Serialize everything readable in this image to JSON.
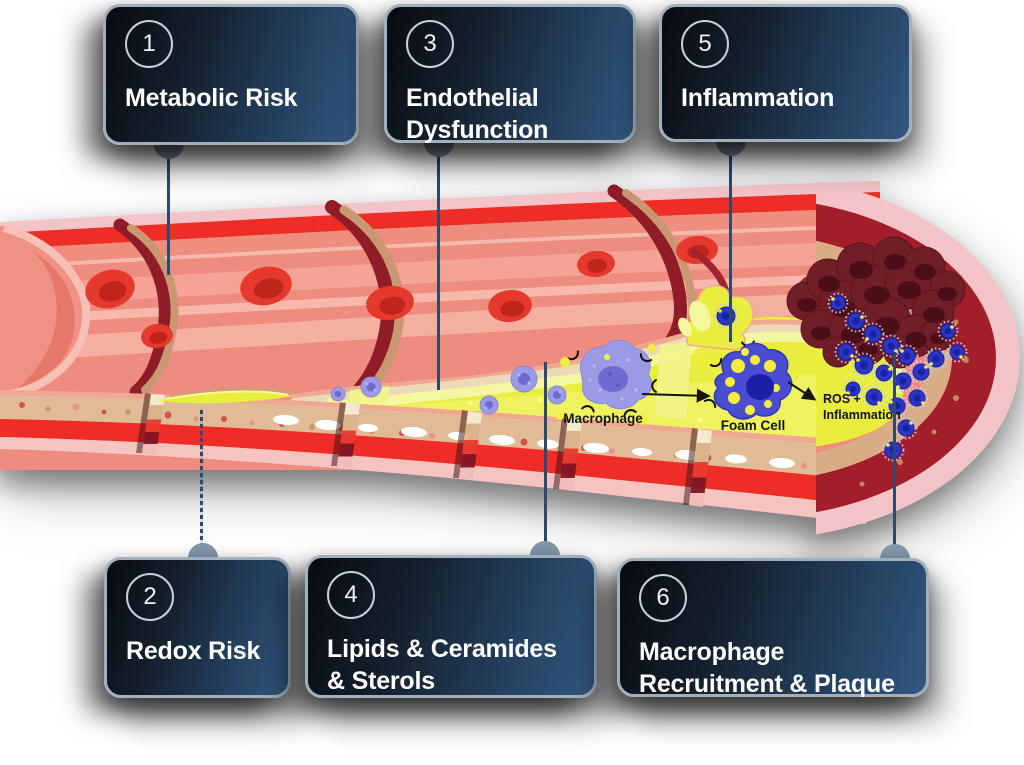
{
  "title": "Atherosclerosis progression diagram",
  "steps": [
    {
      "number": "1",
      "label": "Metabolic Risk",
      "position": "top"
    },
    {
      "number": "2",
      "label": "Redox Risk",
      "position": "bottom"
    },
    {
      "number": "3",
      "label": "Endothelial\nDysfunction",
      "position": "top"
    },
    {
      "number": "4",
      "label": "Lipids & Ceramides\n& Sterols",
      "position": "bottom"
    },
    {
      "number": "5",
      "label": "Inflammation",
      "position": "top"
    },
    {
      "number": "6",
      "label": "Macrophage\nRecruitment & Plaque",
      "position": "bottom"
    }
  ],
  "artery_labels": {
    "macrophage": "Macrophage",
    "foam_cell": "Foam Cell",
    "ros_line1": "ROS +",
    "ros_line2": "Inflammation"
  },
  "colors": {
    "card_border": "#a2afbc",
    "card_bg_dark": "#0a0e14",
    "card_bg_light": "#335780",
    "connector_line": "#2c4a6e",
    "connector_node": "#8498ac",
    "artery_outer_pink": "#f2c3c7",
    "artery_red": "#ee2e26",
    "artery_salmon": "#ee8c80",
    "artery_tan": "#dcb48c",
    "plaque_yellow": "#e9ed3e",
    "clot_maroon": "#701e28",
    "monocyte_blue": "#2b36c8",
    "macrophage_purple": "#9b9ae4",
    "foam_cell_blue": "#4a4cd2"
  }
}
